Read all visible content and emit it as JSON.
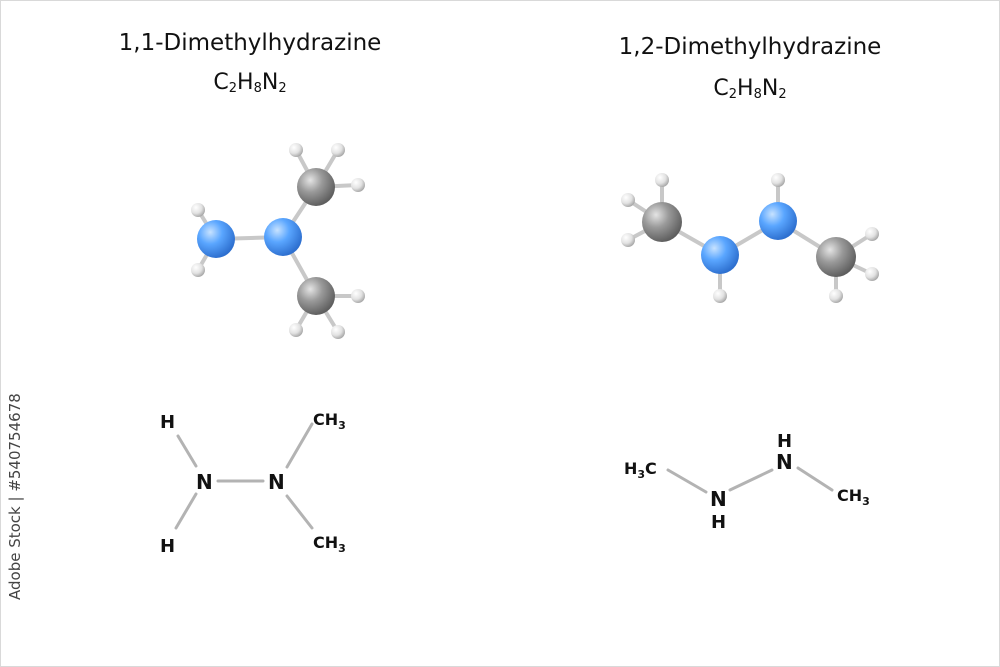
{
  "molecules": [
    {
      "name": "1,1-Dimethylhydrazine",
      "formula": {
        "c": "C",
        "c_sub": "2",
        "h": "H",
        "h_sub": "8",
        "n": "N",
        "n_sub": "2"
      },
      "structure_labels": {
        "h_top": "H",
        "h_bottom": "H",
        "n_left": "N",
        "n_right": "N",
        "ch3_top": "CH",
        "ch3_top_sub": "3",
        "ch3_bottom": "CH",
        "ch3_bottom_sub": "3"
      }
    },
    {
      "name": "1,2-Dimethylhydrazine",
      "formula": {
        "c": "C",
        "c_sub": "2",
        "h": "H",
        "h_sub": "8",
        "n": "N",
        "n_sub": "2"
      },
      "structure_labels": {
        "h3c": "H",
        "h3c_sub": "3",
        "h3c_c": "C",
        "n_left": "N",
        "n_left_h": "H",
        "n_right": "N",
        "n_right_h": "H",
        "ch3": "CH",
        "ch3_sub": "3"
      }
    }
  ],
  "credit": "Adobe Stock | #540754678",
  "colors": {
    "nitrogen": "#4d9cf5",
    "carbon": "#8f8f8f",
    "hydrogen": "#e6e6e6",
    "bond": "#b3b3b3",
    "text": "#111111"
  }
}
